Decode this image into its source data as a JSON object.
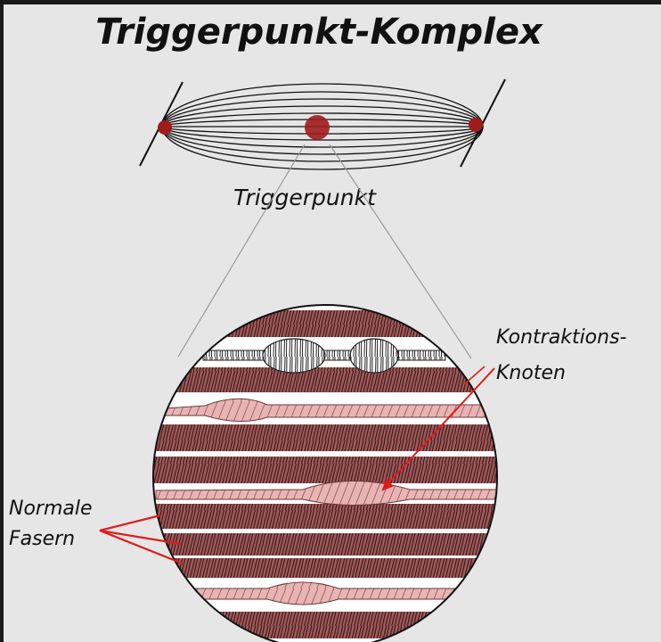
{
  "title": "Triggerpunkt-Komplex",
  "labels": {
    "triggerpoint": "Triggerpunkt",
    "contraction_line1": "Kontraktions-",
    "contraction_line2": "Knoten",
    "normal_line1": "Normale",
    "normal_line2": "Fasern"
  },
  "colors": {
    "background": "#e6e6e6",
    "fiber_band": "#a65d5d",
    "fiber_stripe": "#3a1a1a",
    "knot_fill": "#e8b4b4",
    "nodule": "#9e1c1c",
    "annotation_line": "#e01b1b",
    "outline": "#111111"
  }
}
